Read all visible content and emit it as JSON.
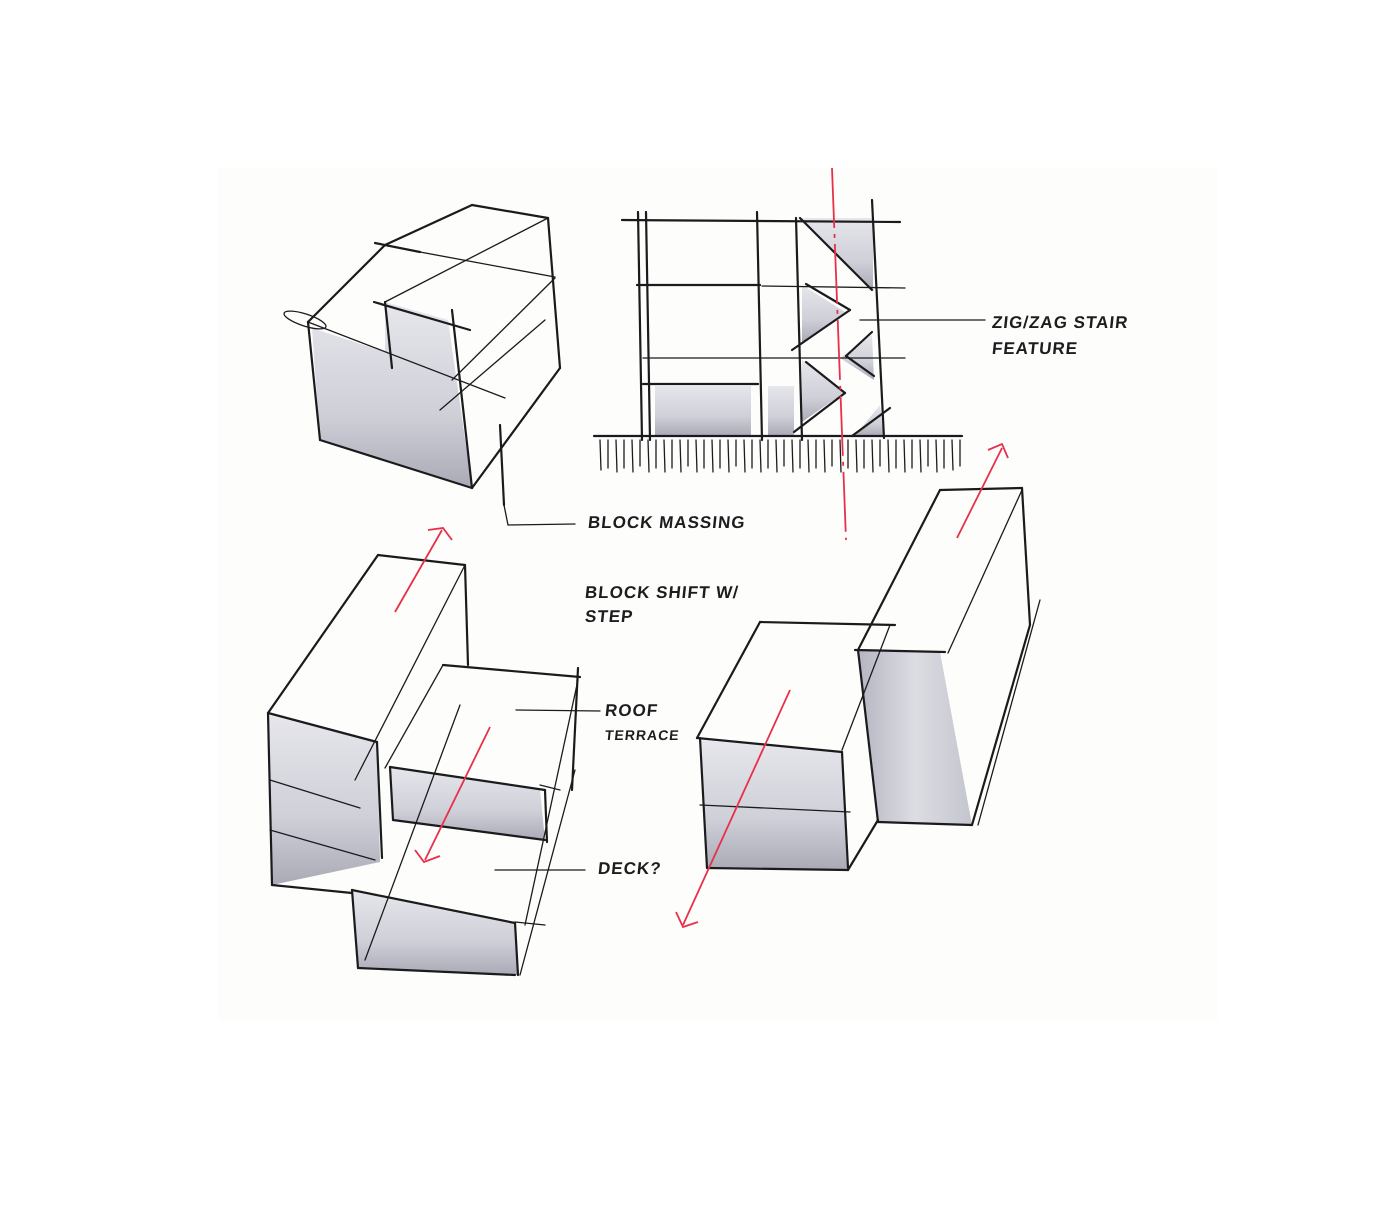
{
  "sketch": {
    "title": "Architectural massing concept sketches",
    "colors": {
      "ink": "#1b1b1d",
      "marker_gray": "#b9bac3",
      "red_axis": "#e8304a",
      "paper": "#fdfdfc"
    },
    "views": [
      {
        "id": "top-left",
        "description": "Isometric block massing with notched corner"
      },
      {
        "id": "top-right",
        "description": "Elevation with zig-zag stair and ground hatch"
      },
      {
        "id": "bottom-left",
        "description": "Shifted blocks with step, roof terrace and deck"
      },
      {
        "id": "bottom-right",
        "description": "Two offset blocks with red shift axes"
      }
    ],
    "annotations": {
      "stair_line1": "ZIG/ZAG STAIR",
      "stair_line2": "FEATURE",
      "block_massing": "BLOCK MASSING",
      "block_shift_line1": "BLOCK SHIFT W/",
      "block_shift_line2": "STEP",
      "roof_terrace_line1": "ROOF",
      "roof_terrace_line2": "TERRACE",
      "deck": "DECK?"
    }
  }
}
